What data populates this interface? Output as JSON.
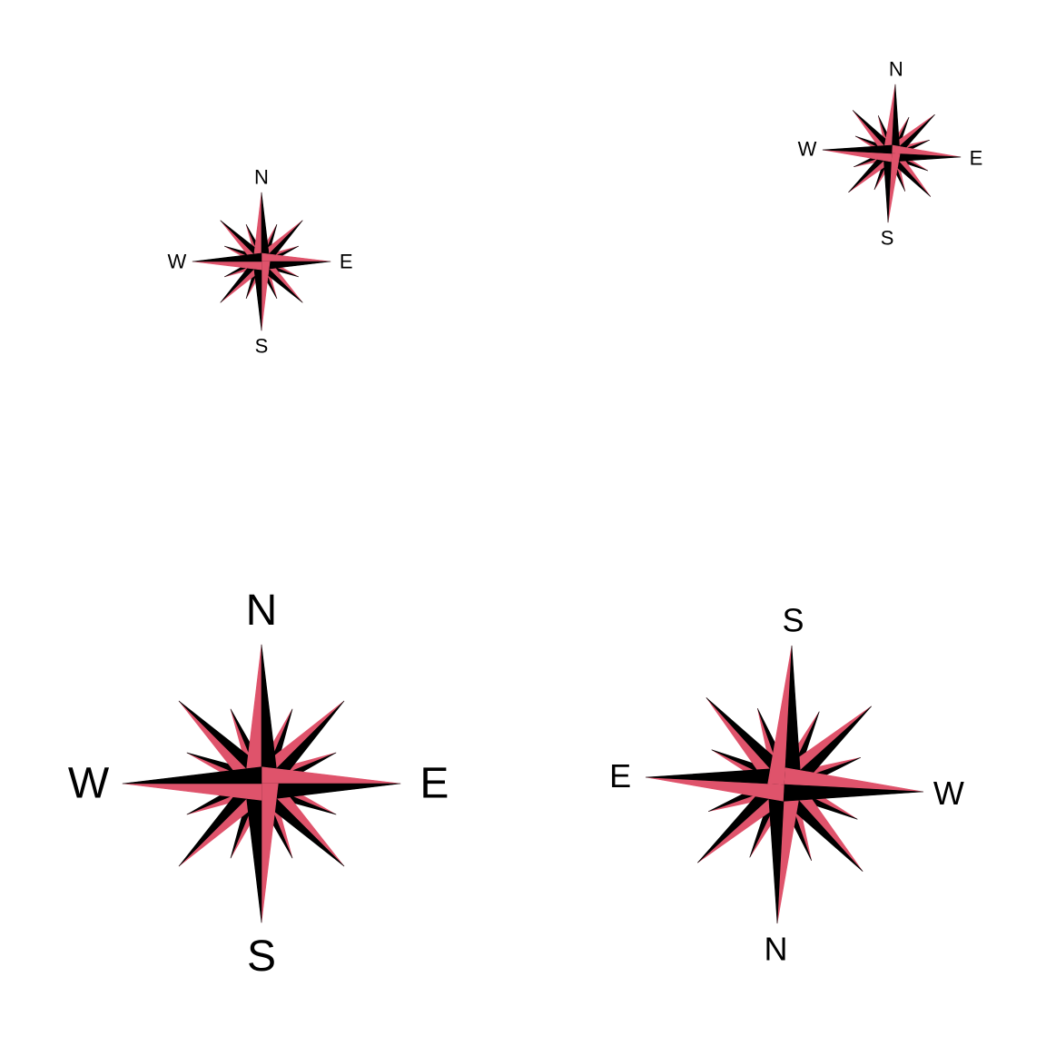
{
  "colors": {
    "background": "#ffffff",
    "rose_fill": "#df536b",
    "rose_shade": "#000000",
    "label": "#000000"
  },
  "roses": [
    {
      "name": "compass-rose-top-left",
      "rotation_degrees": 0,
      "labels": {
        "north": "N",
        "east": "E",
        "south": "S",
        "west": "W"
      }
    },
    {
      "name": "compass-rose-top-right",
      "rotation_degrees": 3,
      "labels": {
        "north": "N",
        "east": "E",
        "south": "S",
        "west": "W"
      }
    },
    {
      "name": "compass-rose-bottom-left",
      "rotation_degrees": 0,
      "labels": {
        "north": "N",
        "east": "E",
        "south": "S",
        "west": "W"
      }
    },
    {
      "name": "compass-rose-bottom-right",
      "rotation_degrees": 183,
      "labels": {
        "north": "N",
        "east": "E",
        "south": "S",
        "west": "W"
      }
    }
  ]
}
